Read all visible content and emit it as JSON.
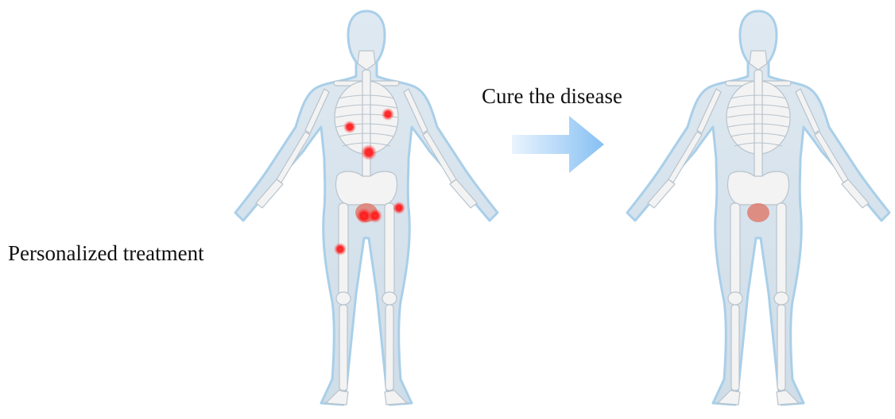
{
  "labels": {
    "treatment": "Personalized treatment",
    "arrow_caption": "Cure the disease"
  },
  "figures": {
    "before": {
      "state": "skeleton with disease sites",
      "lesion_count": 7
    },
    "after": {
      "state": "healthy skeleton",
      "lesion_count": 0
    }
  },
  "colors": {
    "body_silhouette": "#d7e4ee",
    "body_glow": "#a9cfe9",
    "bone": "#f3f3f3",
    "bone_outline": "#b8c3cc",
    "lesion": "#ff1a1a",
    "pelvic_organ": "#e07060",
    "arrow_light": "#e6f2fd",
    "arrow_dark": "#8cc4f4"
  },
  "icons": {
    "arrow": "right-arrow-icon"
  }
}
